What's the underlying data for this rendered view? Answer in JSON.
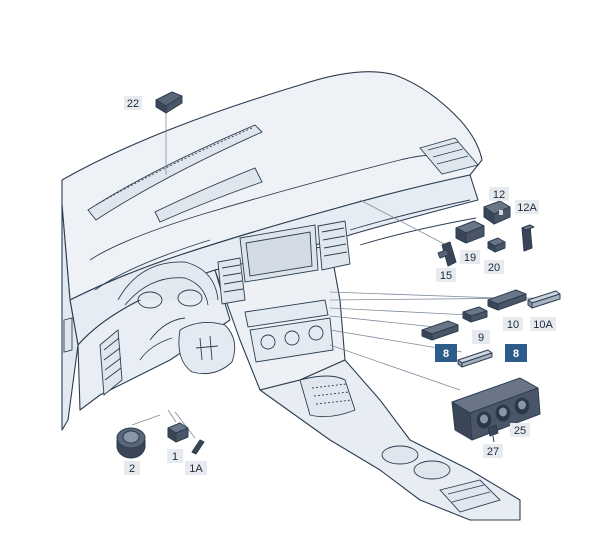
{
  "diagram": {
    "labels": {
      "l22": "22",
      "l12": "12",
      "l12a": "12A",
      "l19": "19",
      "l20": "20",
      "l15": "15",
      "l10": "10",
      "l10a": "10A",
      "l9": "9",
      "l8a": "8",
      "l8b": "8",
      "l25": "25",
      "l27": "27",
      "l2": "2",
      "l1": "1",
      "l1a": "1A"
    },
    "colors": {
      "outline": "#2c3e52",
      "dashboard_fill": "#eef2f7",
      "dashboard_shade": "#dfe6ee",
      "part_fill": "#3a4656",
      "label_bg": "#e7eaee",
      "label_text": "#1c2a3a",
      "highlight_bg": "#2e5c8a",
      "highlight_text": "#ffffff",
      "leader": "#7e8c9c"
    }
  }
}
